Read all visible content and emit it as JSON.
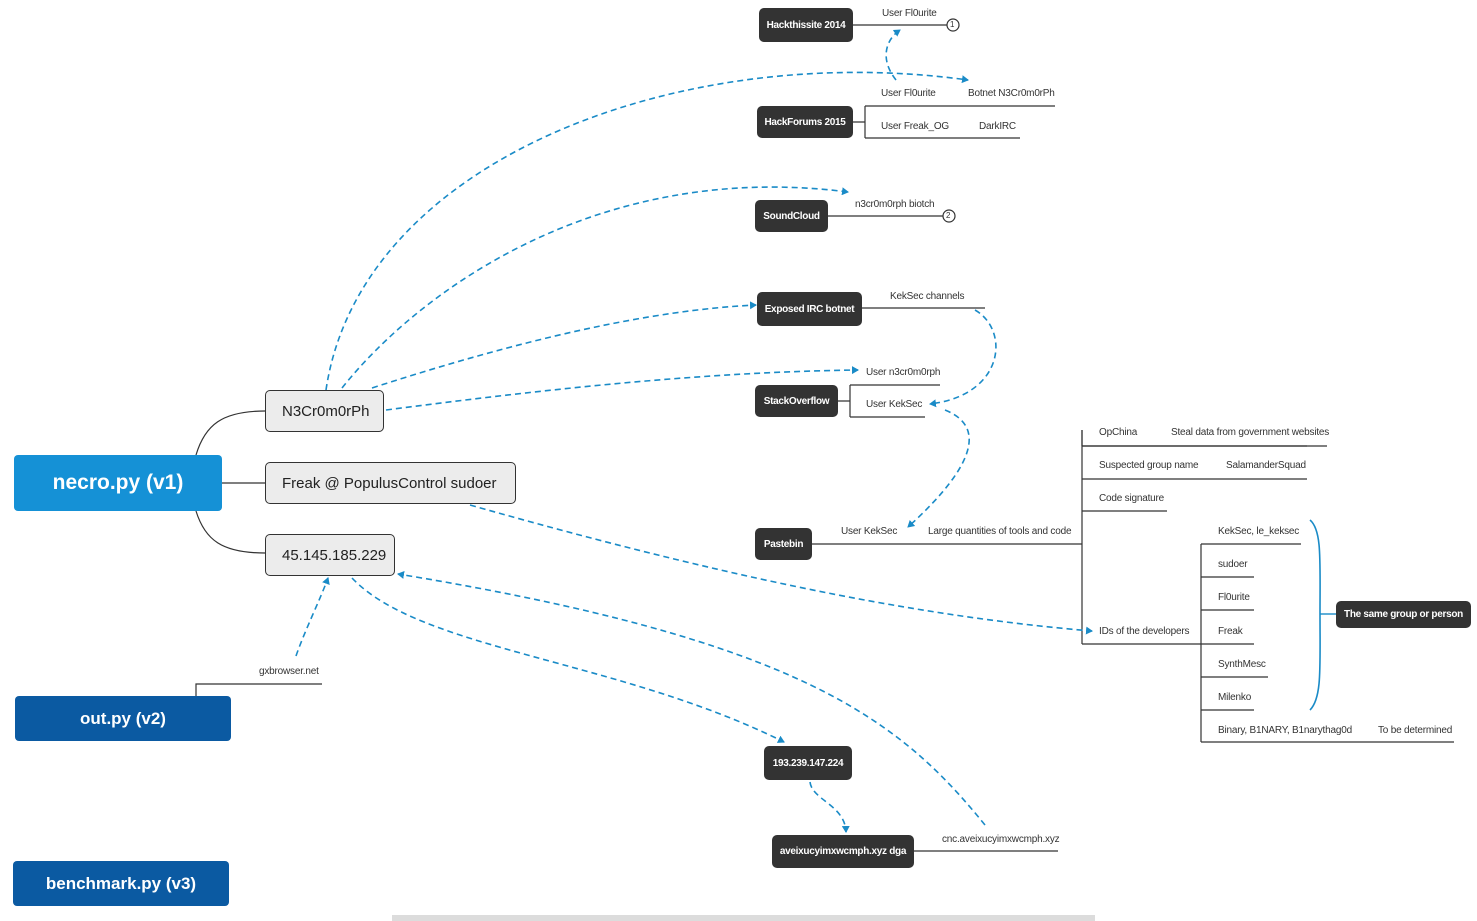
{
  "roots": {
    "necro": "necro.py (v1)",
    "out": "out.py (v2)",
    "benchmark": "benchmark.py (v3)"
  },
  "subs": {
    "n3cr": "N3Cr0m0rPh",
    "freak": "Freak @ PopulusControl  sudoer",
    "ip1": "45.145.185.229"
  },
  "nodes": {
    "hackthissite": "Hackthissite 2014",
    "hackforums": "HackForums 2015",
    "soundcloud": "SoundCloud",
    "irc": "Exposed IRC botnet",
    "stackoverflow": "StackOverflow",
    "pastebin": "Pastebin",
    "ip2": "193.239.147.224",
    "dga": "aveixucyimxwcmph.xyz  dga",
    "same": "The same group or person"
  },
  "labels": {
    "hts_user": "User  Fl0urite",
    "hts_badge": "1",
    "hf_user1": "User Fl0urite",
    "hf_botnet": "Botnet N3Cr0m0rPh",
    "hf_user2": "User Freak_OG",
    "hf_darkirc": "DarkIRC",
    "sc_user": "n3cr0m0rph biotch",
    "sc_badge": "2",
    "irc_channels": "KekSec channels",
    "so_user1": "User n3cr0m0rph",
    "so_user2": "User KekSec",
    "pb_user": "User KekSec",
    "pb_tools": "Large quantities of tools and code",
    "opchina": "OpChina",
    "opchina_desc": "Steal data from government websites",
    "group_name_label": "Suspected group name",
    "group_name": "SalamanderSquad",
    "code_sig": "Code signature",
    "ids_label": "IDs of the developers",
    "dev_ids": [
      "KekSec, le_keksec",
      "sudoer",
      "Fl0urite",
      "Freak",
      "SynthMesc",
      "Milenko",
      "Binary, B1NARY, B1narythag0d"
    ],
    "tbd": "To be determined",
    "gx": "gxbrowser.net",
    "cnc": "cnc.aveixucyimxwcmph.xyz"
  },
  "colors": {
    "accent": "#1591d6",
    "dark_blue": "#0b5aa2",
    "node_dark": "#333333",
    "dashed": "#1a8bc7"
  }
}
